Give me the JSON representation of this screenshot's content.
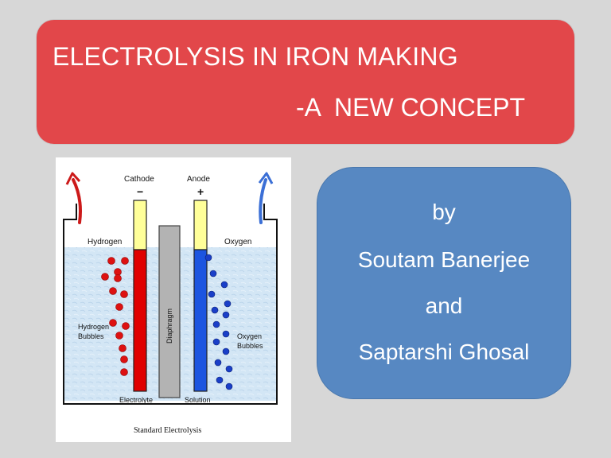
{
  "title": {
    "line1": "ELECTROLYSIS IN IRON MAKING",
    "line2": "-A  NEW CONCEPT"
  },
  "authors": {
    "by": "by",
    "author1": "Soutam Banerjee",
    "and": "and",
    "author2": "Saptarshi Ghosal"
  },
  "diagram": {
    "cathode_label": "Cathode",
    "anode_label": "Anode",
    "cathode_sign": "−",
    "anode_sign": "+",
    "hydrogen_label": "Hydrogen",
    "oxygen_label": "Oxygen",
    "hydrogen_bubbles_line1": "Hydrogen",
    "hydrogen_bubbles_line2": "Bubbles",
    "oxygen_bubbles_line1": "Oxygen",
    "oxygen_bubbles_line2": "Bubbles",
    "diaphragm_label": "Diaphragm",
    "electrolyte_label": "Electrolyte",
    "solution_label": "Solution",
    "caption": "Standard Electrolysis",
    "colors": {
      "cathode": "#e00000",
      "anode": "#1c55e0",
      "electrode_top": "#ffff99",
      "liquid": "#d3e6f5",
      "hydrogen_bubble": "#dd1111",
      "oxygen_bubble": "#1a3fc8",
      "hydrogen_arrow": "#cc1a1a",
      "oxygen_arrow": "#3b6fd6"
    }
  }
}
